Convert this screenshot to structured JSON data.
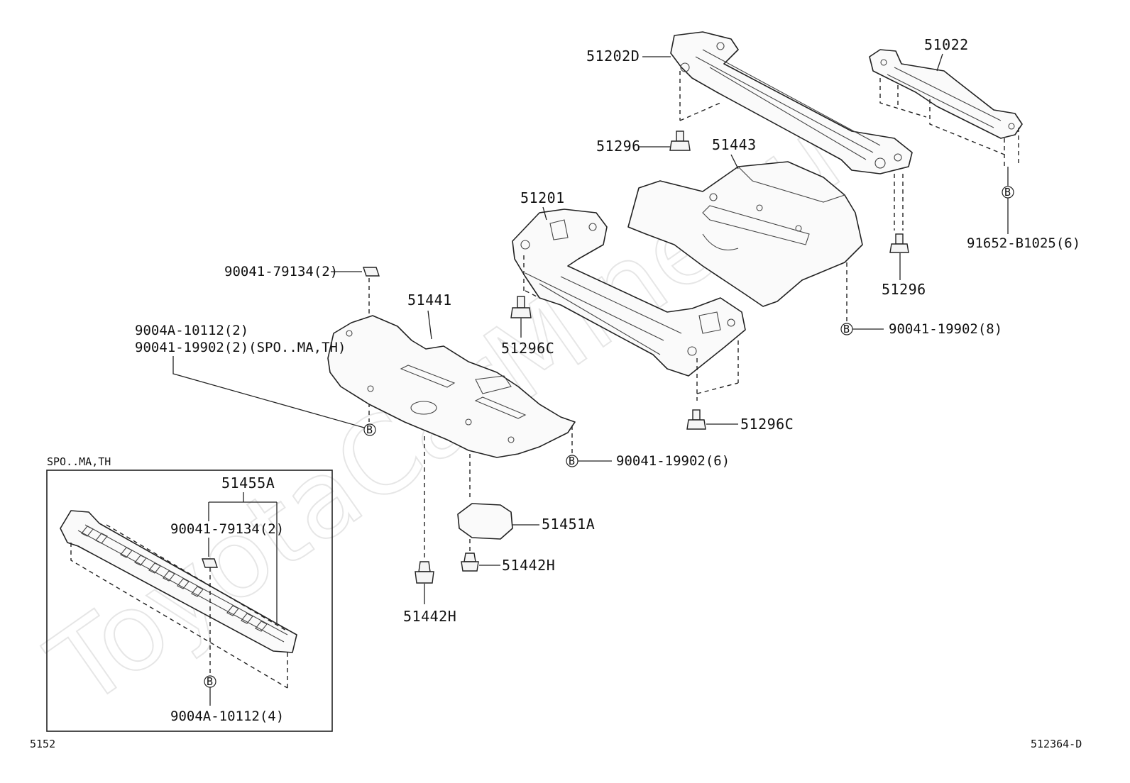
{
  "watermark": "ToyotaCarMine.ru",
  "labels": {
    "p51202D": "51202D",
    "p51022": "51022",
    "p51296_top": "51296",
    "p51443": "51443",
    "p51201": "51201",
    "p51296_right": "51296",
    "p91652": "91652-B1025(6)",
    "p90041_79134_top": "90041-79134(2)",
    "p51441": "51441",
    "p9004A_10112_2": "9004A-10112(2)",
    "p90041_19902_2": "90041-19902(2)(SPO..MA,TH)",
    "p51296C_left": "51296C",
    "p90041_19902_8": "90041-19902(8)",
    "p51296C_right": "51296C",
    "p90041_19902_6": "90041-19902(6)",
    "p51451A": "51451A",
    "p51442H_right": "51442H",
    "p51442H_bottom": "51442H",
    "inset_title": "SPO..MA,TH",
    "p51455A": "51455A",
    "p90041_79134_inset": "90041-79134(2)",
    "p9004A_10112_4": "9004A-10112(4)",
    "footer_left": "5152",
    "footer_right": "512364-D"
  },
  "marker_letter": "B"
}
